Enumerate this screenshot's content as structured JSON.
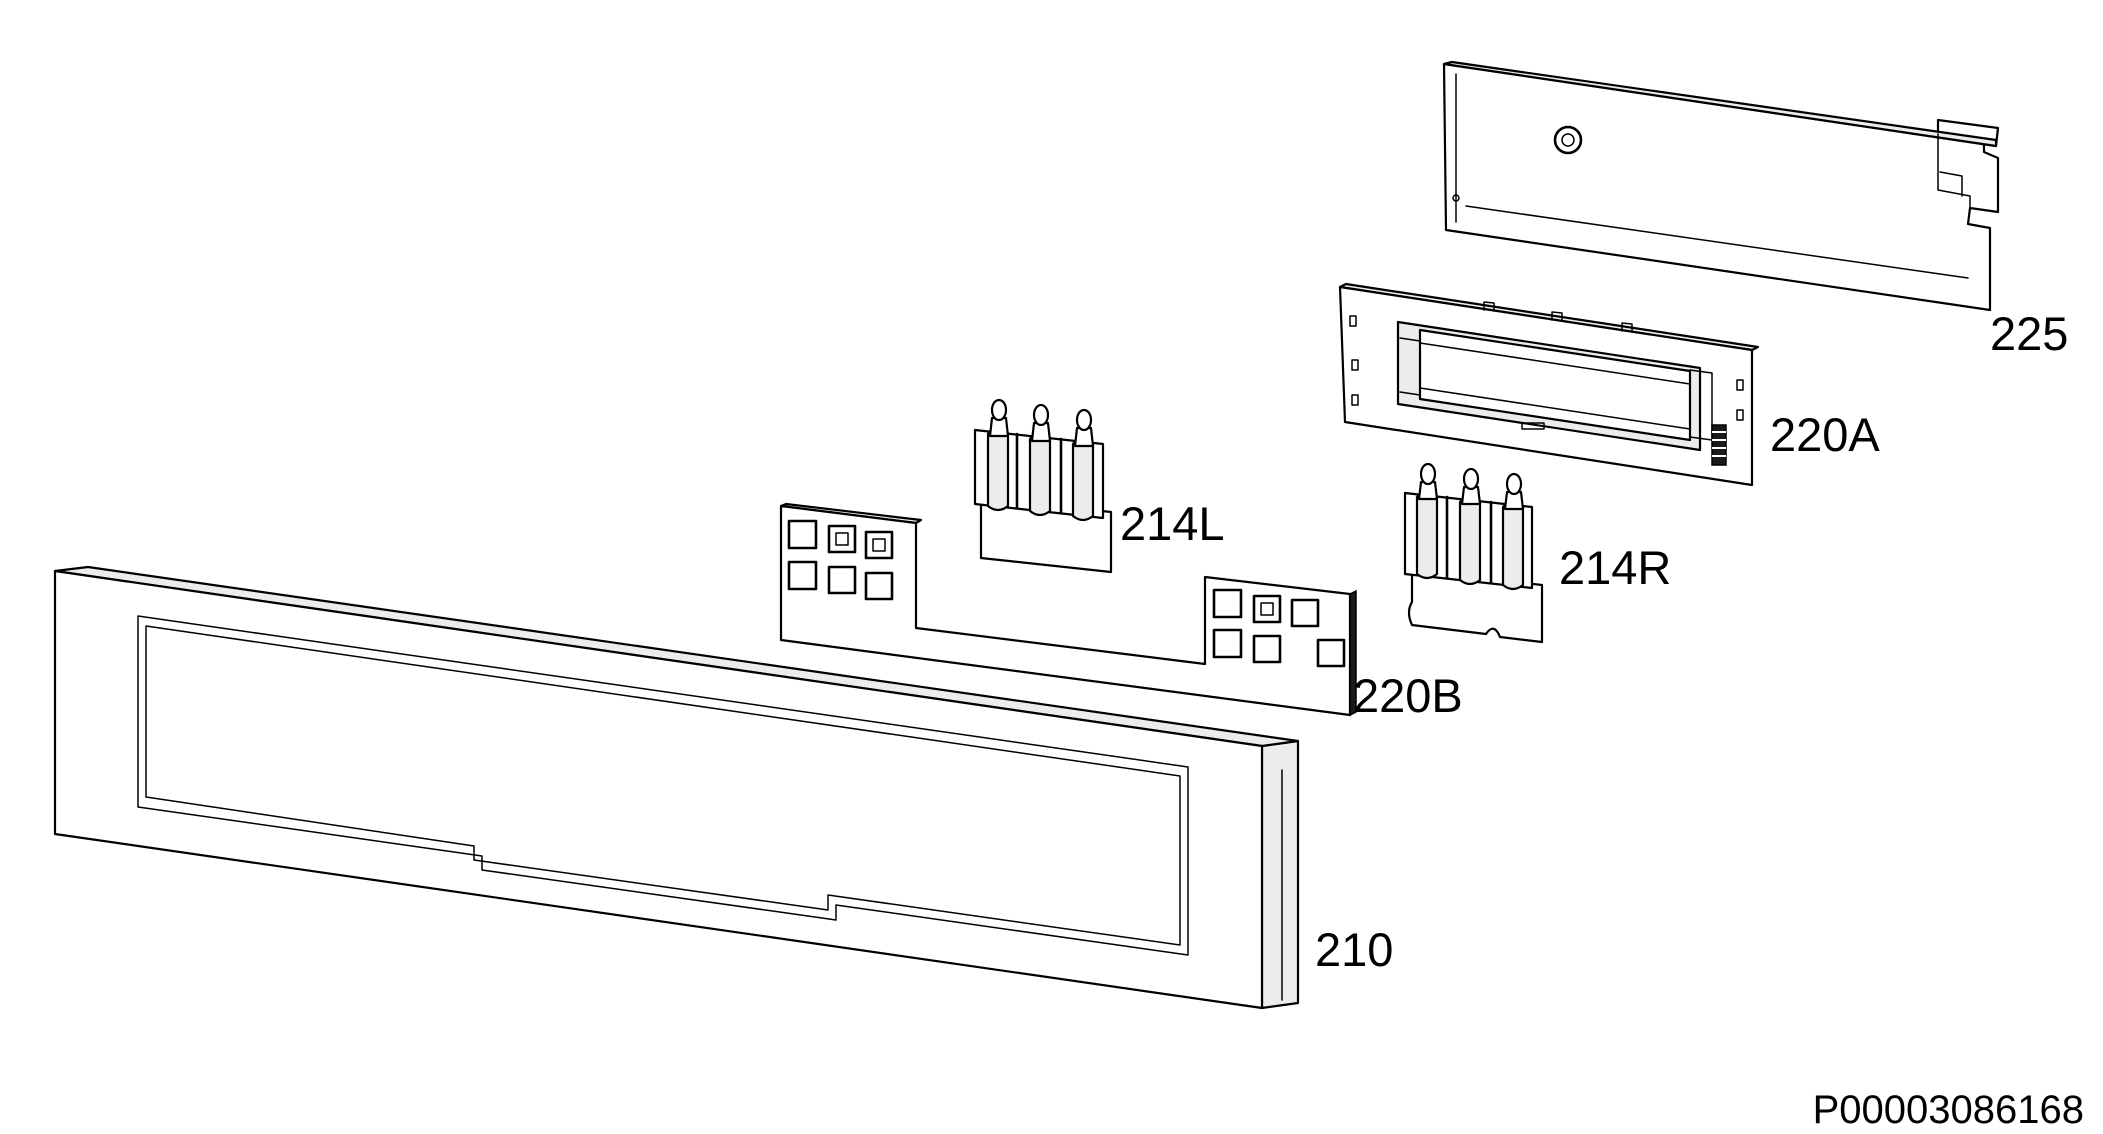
{
  "labels": {
    "p225": "225",
    "p220a": "220A",
    "p214l": "214L",
    "p214r": "214R",
    "p220b": "220B",
    "p210": "210"
  },
  "drawing_code": "P00003086168"
}
